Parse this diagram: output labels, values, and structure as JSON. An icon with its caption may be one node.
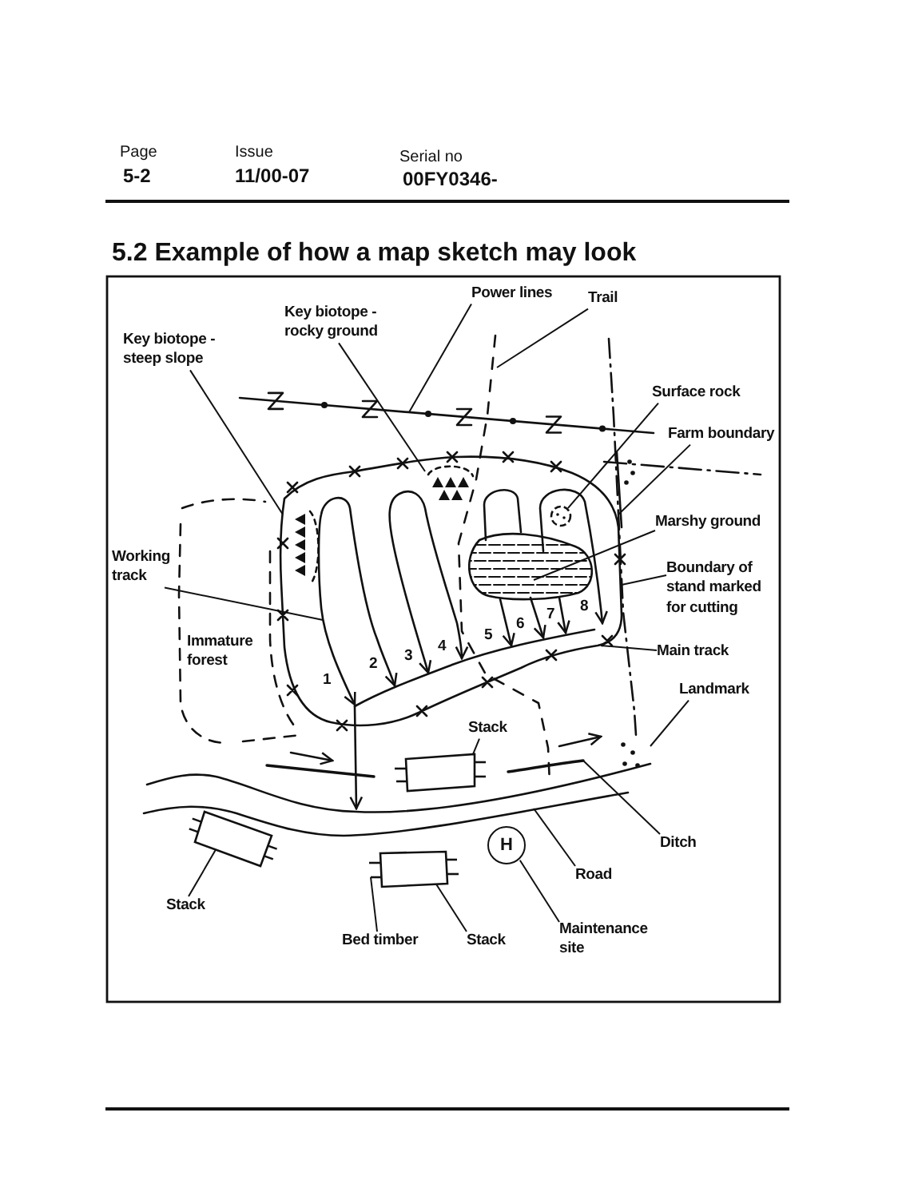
{
  "diagram": {
    "title": "5.2 Example of how a map sketch may look",
    "nodes": [
      {
        "text": [
          "Power lines"
        ]
      },
      {
        "text": [
          "Trail"
        ]
      },
      {
        "text": [
          "Key biotope - rocky ground"
        ]
      },
      {
        "text": [
          "Key biotope - steep slope"
        ]
      },
      {
        "text": [
          "Surface rock"
        ]
      },
      {
        "text": [
          "Farm boundary"
        ]
      },
      {
        "text": [
          "Marshy ground"
        ]
      },
      {
        "text": [
          "Working track"
        ]
      },
      {
        "text": [
          "Boundary of stand marked for cutting"
        ]
      },
      {
        "text": [
          "Main track"
        ]
      },
      {
        "text": [
          "Landmark"
        ]
      },
      {
        "text": [
          "Stack"
        ]
      },
      {
        "text": [],
        "shape": "box"
      },
      {
        "text": [],
        "shape": "box"
      },
      {
        "text": [
          "H"
        ]
      },
      {
        "text": [
          "Ditch"
        ]
      },
      {
        "text": [],
        "shape": "box"
      },
      {
        "text": [
          "Road"
        ]
      },
      {
        "text": [
          "Stack"
        ]
      },
      {
        "text": [
          "Maintenance site"
        ]
      },
      {
        "text": [
          "Bed timber"
        ]
      },
      {
        "text": [
          "Stack"
        ]
      },
      {
        "text": [],
        "shape": "circle"
      }
    ],
    "edges": [
      {
        "from": 0,
        "to": null,
        "arrow": "none"
      },
      {
        "from": 1,
        "to": null,
        "arrow": "none"
      },
      {
        "from": 2,
        "to": null,
        "arrow": "none"
      },
      {
        "from": 3,
        "to": null,
        "arrow": "none"
      },
      {
        "from": 4,
        "to": 22,
        "arrow": "none"
      },
      {
        "from": 5,
        "to": null,
        "arrow": "none"
      },
      {
        "from": 6,
        "to": null,
        "arrow": "none"
      },
      {
        "from": 7,
        "to": null,
        "arrow": "none"
      },
      {
        "from": 8,
        "to": null,
        "arrow": "none"
      },
      {
        "from": 9,
        "to": null,
        "arrow": "none"
      },
      {
        "from": 10,
        "to": null,
        "arrow": "none"
      },
      {
        "from": 11,
        "to": 12,
        "arrow": "none"
      },
      {
        "from": 15,
        "to": null,
        "arrow": "none"
      },
      {
        "from": 17,
        "to": null,
        "arrow": "none"
      },
      {
        "from": 18,
        "to": 13,
        "arrow": "none"
      },
      {
        "from": 19,
        "to": 14,
        "arrow": "none"
      },
      {
        "from": 20,
        "to": 16,
        "arrow": "none"
      },
      {
        "from": 21,
        "to": 16,
        "arrow": "none"
      }
    ],
    "labels": [
      "Page",
      "Issue",
      "Serial no",
      "5-2",
      "11/00-07",
      "00FY0346-",
      "Immature forest",
      "1",
      "2",
      "3",
      "4",
      "5",
      "6",
      "7",
      "8"
    ]
  }
}
